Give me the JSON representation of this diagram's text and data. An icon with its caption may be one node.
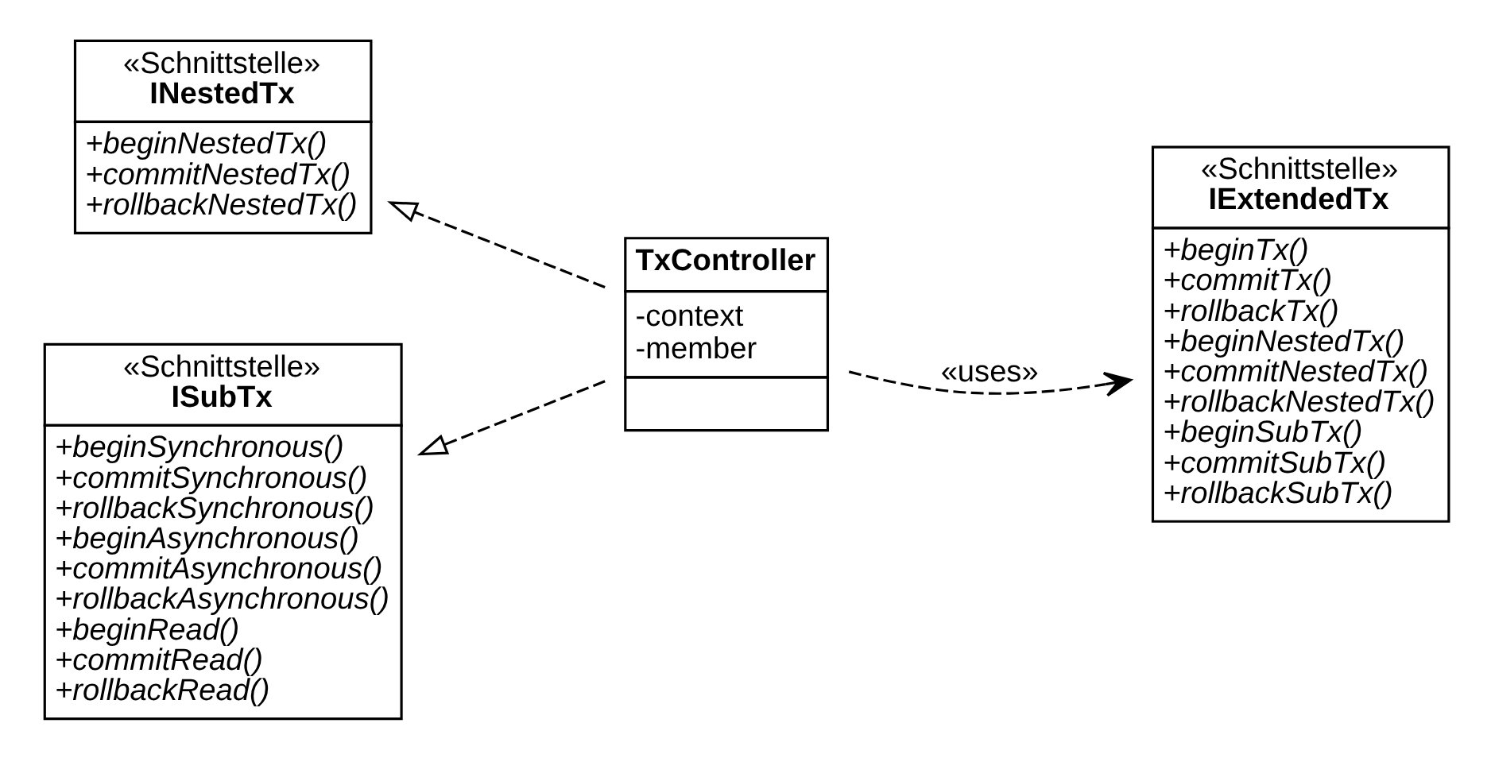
{
  "diagram": {
    "nodes": [
      {
        "text": [
          "«Schnittstelle»",
          "INestedTx",
          "+beginNestedTx()",
          "+commitNestedTx()",
          "+rollbackNestedTx()"
        ]
      },
      {
        "text": [
          "TxController",
          "-context",
          "-member"
        ]
      },
      {
        "text": [
          "«Schnittstelle»",
          "IExtendedTx",
          "+beginTx()",
          "+commitTx()",
          "+rollbackTx()",
          "+beginNestedTx()",
          "+commitNestedTx()",
          "+rollbackNestedTx()",
          "+beginSubTx()",
          "+commitSubTx()",
          "+rollbackSubTx()"
        ]
      },
      {
        "text": [
          "«Schnittstelle»",
          "ISubTx",
          "+beginSynchronous()",
          "+commitSynchronous()",
          "+rollbackSynchronous()",
          "+beginAsynchronous()",
          "+commitAsynchronous()",
          "+rollbackAsynchronous()",
          "+beginRead()",
          "+commitRead()",
          "+rollbackRead()"
        ]
      }
    ],
    "edges": [
      {
        "from": 1,
        "to": 0,
        "arrow": "to",
        "style": "dashed"
      },
      {
        "from": 1,
        "to": 2,
        "arrow": "to",
        "style": "dashed",
        "label": "«uses»"
      },
      {
        "from": 1,
        "to": 3,
        "arrow": "to",
        "style": "dashed"
      }
    ]
  }
}
